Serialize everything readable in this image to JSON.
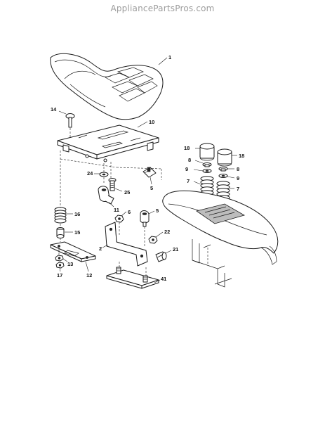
{
  "watermark": "AppliancePartsPros.com",
  "callouts": {
    "seat": "1",
    "carriage_bolt": "14",
    "seat_pan": "10",
    "bumper_left": "18",
    "bumper_right": "18",
    "washer_left": "8",
    "washer_right": "8",
    "spring_ring_left": "9",
    "spring_ring_right": "9",
    "spring_left": "7",
    "spring_right": "7",
    "washer_24": "24",
    "bolt_25": "25",
    "knob_5_top": "5",
    "knob_5_mid": "5",
    "knob_11": "11",
    "spring_16": "16",
    "bushing_15": "15",
    "nut_6": "6",
    "nut_22": "22",
    "bracket_2": "2",
    "bolt_21": "21",
    "nut_13": "13",
    "nut_17": "17",
    "plate_12": "12",
    "plate_41": "41"
  }
}
